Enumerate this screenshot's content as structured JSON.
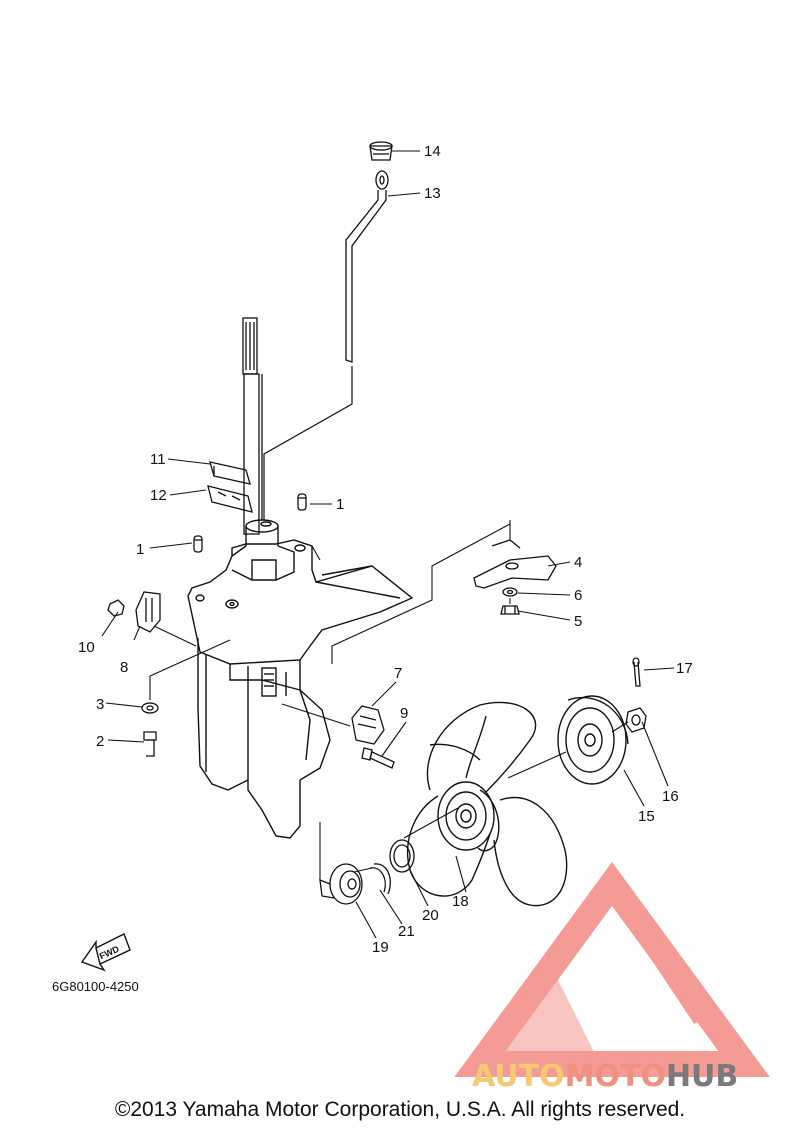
{
  "callouts": [
    {
      "num": "1"
    },
    {
      "num": "1"
    },
    {
      "num": "2"
    },
    {
      "num": "3"
    },
    {
      "num": "4"
    },
    {
      "num": "5"
    },
    {
      "num": "6"
    },
    {
      "num": "7"
    },
    {
      "num": "8"
    },
    {
      "num": "9"
    },
    {
      "num": "10"
    },
    {
      "num": "11"
    },
    {
      "num": "12"
    },
    {
      "num": "13"
    },
    {
      "num": "14"
    },
    {
      "num": "15"
    },
    {
      "num": "16"
    },
    {
      "num": "17"
    },
    {
      "num": "18"
    },
    {
      "num": "19"
    },
    {
      "num": "20"
    },
    {
      "num": "21"
    }
  ],
  "fwd_label": "FWD",
  "diagram_code": "6G80100-4250",
  "watermark": {
    "part1": "AUTO",
    "part2": "MOTO",
    "part3": "HUB",
    "colors": {
      "auto": "#f7c873",
      "moto": "#f1907f",
      "hub": "#7a7a7a",
      "logo": "#f28a82"
    }
  },
  "copyright": "©2013 Yamaha Motor Corporation, U.S.A. All rights reserved.",
  "line_color": "#111111"
}
